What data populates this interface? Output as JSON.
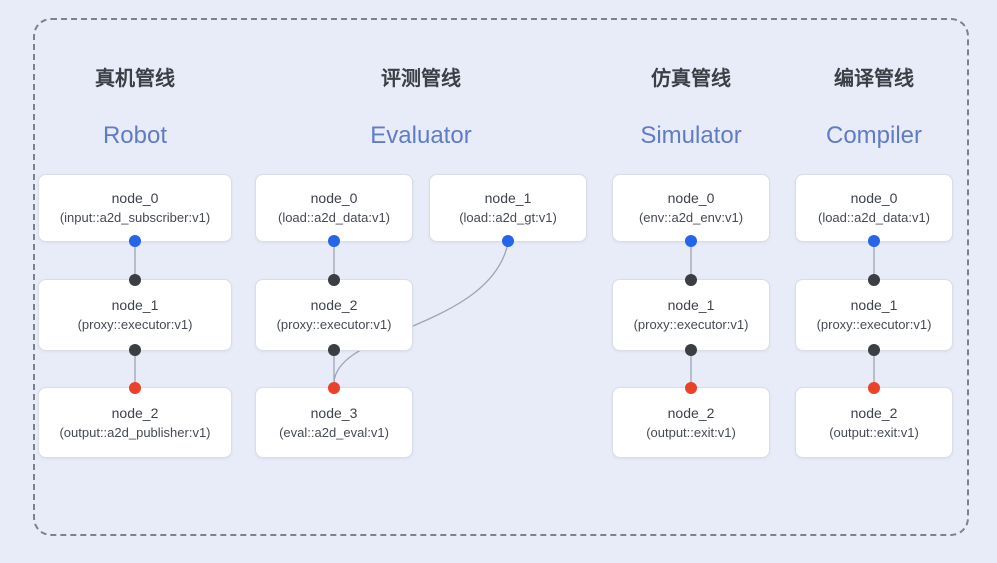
{
  "diagram": {
    "pipelines": [
      {
        "title_zh": "真机管线",
        "title_en": "Robot",
        "nodes": [
          {
            "name": "node_0",
            "type": "(input::a2d_subscriber:v1)"
          },
          {
            "name": "node_1",
            "type": "(proxy::executor:v1)"
          },
          {
            "name": "node_2",
            "type": "(output::a2d_publisher:v1)"
          }
        ]
      },
      {
        "title_zh": "评测管线",
        "title_en": "Evaluator",
        "nodes": [
          {
            "name": "node_0",
            "type": "(load::a2d_data:v1)"
          },
          {
            "name": "node_1",
            "type": "(load::a2d_gt:v1)"
          },
          {
            "name": "node_2",
            "type": "(proxy::executor:v1)"
          },
          {
            "name": "node_3",
            "type": "(eval::a2d_eval:v1)"
          }
        ]
      },
      {
        "title_zh": "仿真管线",
        "title_en": "Simulator",
        "nodes": [
          {
            "name": "node_0",
            "type": "(env::a2d_env:v1)"
          },
          {
            "name": "node_1",
            "type": "(proxy::executor:v1)"
          },
          {
            "name": "node_2",
            "type": "(output::exit:v1)"
          }
        ]
      },
      {
        "title_zh": "编译管线",
        "title_en": "Compiler",
        "nodes": [
          {
            "name": "node_0",
            "type": "(load::a2d_data:v1)"
          },
          {
            "name": "node_1",
            "type": "(proxy::executor:v1)"
          },
          {
            "name": "node_2",
            "type": "(output::exit:v1)"
          }
        ]
      }
    ],
    "colors": {
      "background": "#e8ecf8",
      "frame_dash": "#7a828e",
      "title_zh": "#3b4046",
      "title_en": "#5f7cc6",
      "node_bg": "#ffffff",
      "node_border": "#d9dde6",
      "node_text": "#3d424b",
      "port_blue": "#2765e8",
      "port_dark": "#3b3f44",
      "port_red": "#ea4128",
      "connector": "#9aa5b5"
    }
  }
}
